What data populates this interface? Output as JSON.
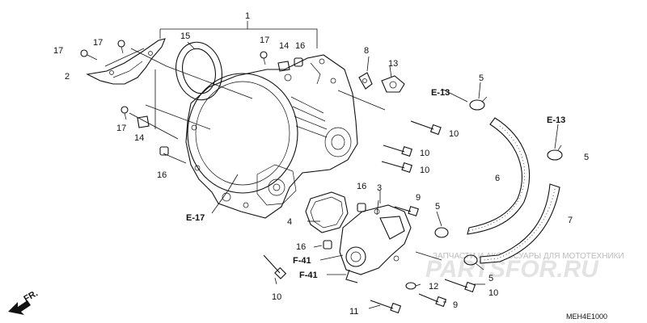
{
  "diagram": {
    "part_numbers": [
      {
        "id": "p1",
        "text": "1"
      },
      {
        "id": "p2",
        "text": "2"
      },
      {
        "id": "p3",
        "text": "3"
      },
      {
        "id": "p4",
        "text": "4"
      },
      {
        "id": "p5a",
        "text": "5"
      },
      {
        "id": "p5b",
        "text": "5"
      },
      {
        "id": "p5c",
        "text": "5"
      },
      {
        "id": "p5d",
        "text": "5"
      },
      {
        "id": "p6",
        "text": "6"
      },
      {
        "id": "p7",
        "text": "7"
      },
      {
        "id": "p8",
        "text": "8"
      },
      {
        "id": "p9a",
        "text": "9"
      },
      {
        "id": "p9b",
        "text": "9"
      },
      {
        "id": "p10a",
        "text": "10"
      },
      {
        "id": "p10b",
        "text": "10"
      },
      {
        "id": "p10c",
        "text": "10"
      },
      {
        "id": "p10d",
        "text": "10"
      },
      {
        "id": "p10e",
        "text": "10"
      },
      {
        "id": "p11",
        "text": "11"
      },
      {
        "id": "p12",
        "text": "12"
      },
      {
        "id": "p13",
        "text": "13"
      },
      {
        "id": "p14a",
        "text": "14"
      },
      {
        "id": "p14b",
        "text": "14"
      },
      {
        "id": "p15",
        "text": "15"
      },
      {
        "id": "p16a",
        "text": "16"
      },
      {
        "id": "p16b",
        "text": "16"
      },
      {
        "id": "p16c",
        "text": "16"
      },
      {
        "id": "p16d",
        "text": "16"
      },
      {
        "id": "p17a",
        "text": "17"
      },
      {
        "id": "p17b",
        "text": "17"
      },
      {
        "id": "p17c",
        "text": "17"
      },
      {
        "id": "p17d",
        "text": "17"
      }
    ],
    "references": [
      {
        "id": "e13a",
        "text": "E-13"
      },
      {
        "id": "e13b",
        "text": "E-13"
      },
      {
        "id": "e17",
        "text": "E-17"
      },
      {
        "id": "f41a",
        "text": "F-41"
      },
      {
        "id": "f41b",
        "text": "F-41"
      }
    ],
    "front_marker": "FR.",
    "diagram_code": "MEH4E1000",
    "watermark_text": "ЗАПЧАСТИ И АКСЕССУАРЫ ДЛЯ МОТОТЕХНИКИ",
    "watermark_brand": "PARTSFOR.RU"
  }
}
